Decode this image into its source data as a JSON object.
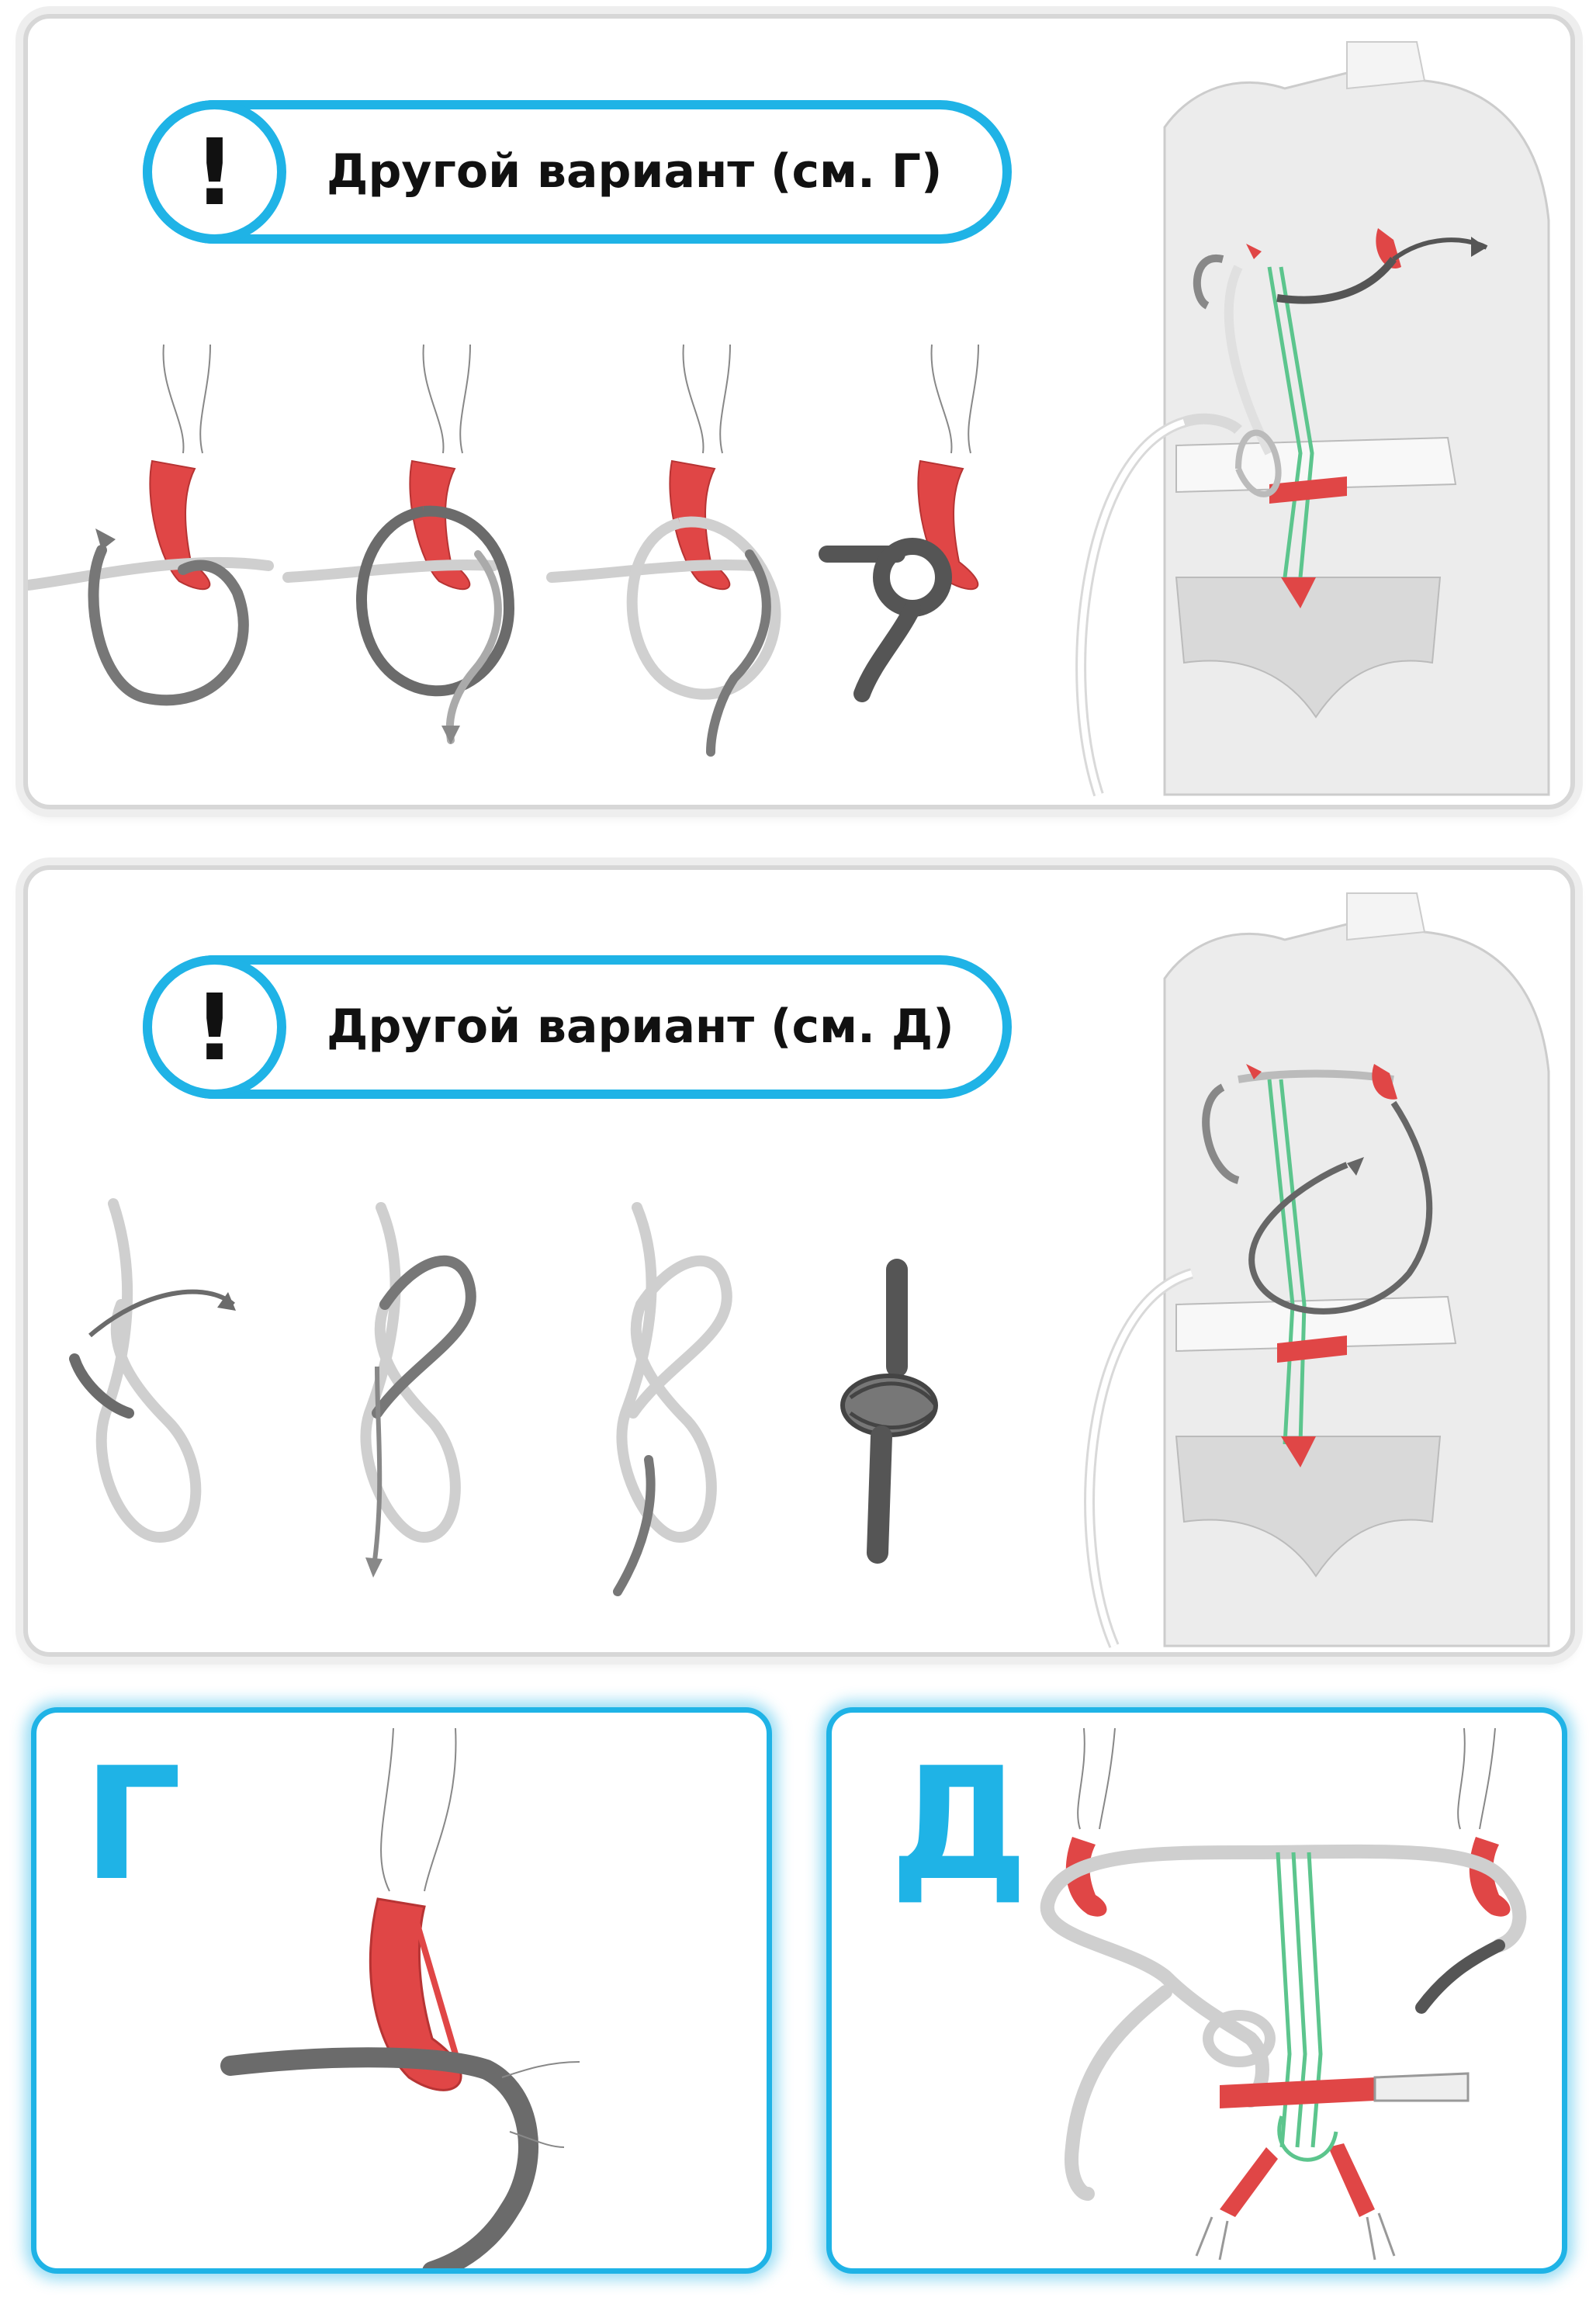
{
  "panels": {
    "top": {
      "callout_text": "Другой вариант (см. Г)",
      "callout_icon": "exclamation-icon"
    },
    "middle": {
      "callout_text": "Другой вариант (см. Д)",
      "callout_icon": "exclamation-icon"
    },
    "detail_g": {
      "letter": "Г"
    },
    "detail_d": {
      "letter": "Д"
    }
  },
  "colors": {
    "accent_blue": "#1fb3e6",
    "rope_light": "#d6d6d6",
    "rope_dark": "#6b6b6b",
    "harness_red": "#e04646",
    "sling_green": "#5cc58d",
    "figure_gray": "#ececec"
  }
}
